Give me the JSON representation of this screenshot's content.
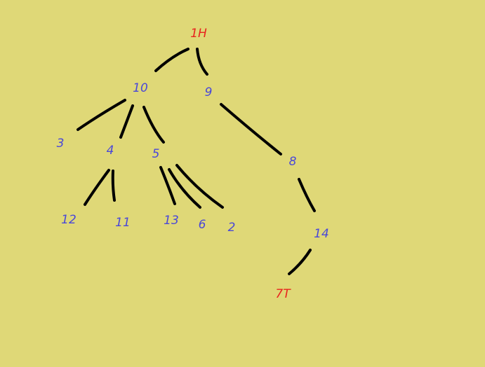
{
  "colors": {
    "background": "#dfd877",
    "edge": "#000000",
    "terminal": "#e8231e",
    "internal": "#4a48d8"
  },
  "nodes": {
    "n1H": {
      "label": "1H",
      "kind": "terminal"
    },
    "n10": {
      "label": "10",
      "kind": "internal"
    },
    "n9": {
      "label": "9",
      "kind": "internal"
    },
    "n3": {
      "label": "3",
      "kind": "internal"
    },
    "n4": {
      "label": "4",
      "kind": "internal"
    },
    "n5": {
      "label": "5",
      "kind": "internal"
    },
    "n8": {
      "label": "8",
      "kind": "internal"
    },
    "n12": {
      "label": "12",
      "kind": "internal"
    },
    "n11": {
      "label": "11",
      "kind": "internal"
    },
    "n13": {
      "label": "13",
      "kind": "internal"
    },
    "n6": {
      "label": "6",
      "kind": "internal"
    },
    "n2": {
      "label": "2",
      "kind": "internal"
    },
    "n14": {
      "label": "14",
      "kind": "internal"
    },
    "n7T": {
      "label": "7T",
      "kind": "terminal"
    }
  },
  "edges": [
    {
      "from": "1H",
      "to": "10"
    },
    {
      "from": "1H",
      "to": "9"
    },
    {
      "from": "10",
      "to": "3"
    },
    {
      "from": "10",
      "to": "4"
    },
    {
      "from": "10",
      "to": "5"
    },
    {
      "from": "9",
      "to": "8"
    },
    {
      "from": "4",
      "to": "12"
    },
    {
      "from": "4",
      "to": "11"
    },
    {
      "from": "5",
      "to": "13"
    },
    {
      "from": "5",
      "to": "6"
    },
    {
      "from": "5",
      "to": "2"
    },
    {
      "from": "8",
      "to": "14"
    },
    {
      "from": "14",
      "to": "7T"
    }
  ]
}
